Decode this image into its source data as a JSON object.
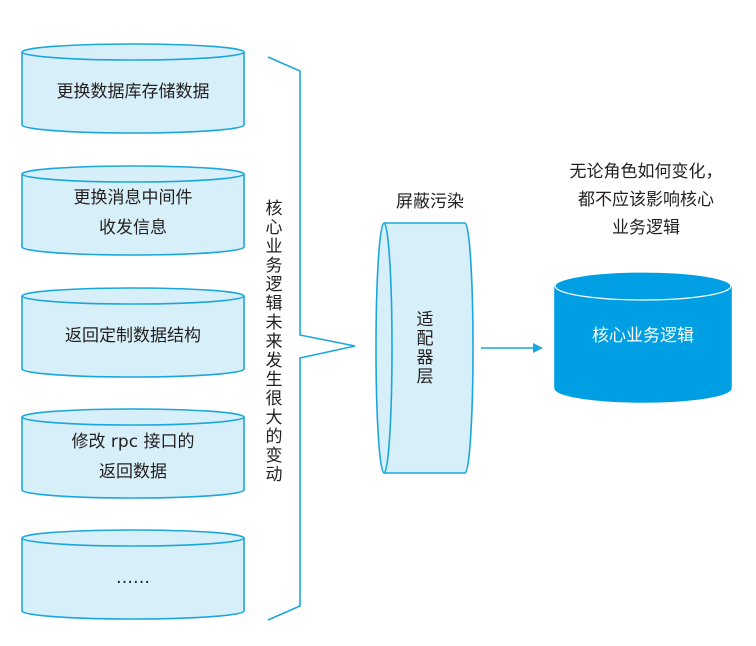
{
  "changes": [
    {
      "lines": [
        "更换数据库存储数据"
      ]
    },
    {
      "lines": [
        "更换消息中间件",
        "收发信息"
      ]
    },
    {
      "lines": [
        "返回定制数据结构"
      ]
    },
    {
      "lines": [
        "修改 rpc 接口的",
        "返回数据"
      ]
    },
    {
      "lines": [
        "……"
      ]
    }
  ],
  "brace_label": "核心业务逻辑未来发生很大的变动",
  "adapter": {
    "title": "屏蔽污染",
    "label": "适配器层"
  },
  "note": [
    "无论角色如何变化，",
    "都不应该影响核心",
    "业务逻辑"
  ],
  "core": {
    "label": "核心业务逻辑"
  },
  "colors": {
    "fill_light": "#d6eff8",
    "stroke": "#1ba7dd",
    "core_fill": "#009fe3"
  }
}
